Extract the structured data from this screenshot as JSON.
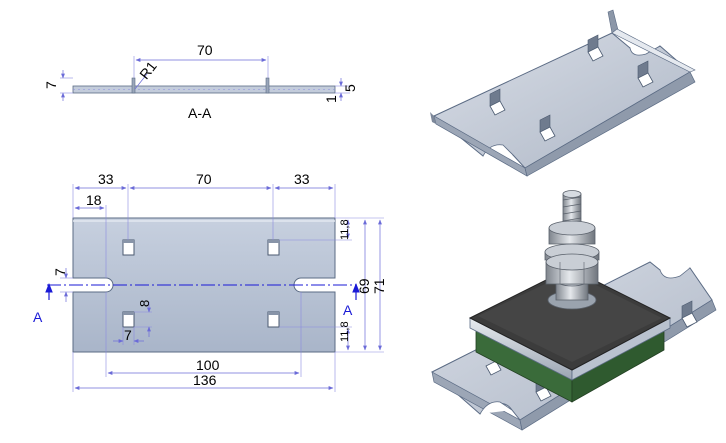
{
  "section_view": {
    "label": "A-A",
    "dim_length": "70",
    "dim_radius": "R1",
    "dim_height_left": "7",
    "dim_thickness": "1",
    "dim_height_right": "5"
  },
  "top_view": {
    "dim_edge_left": "33",
    "dim_hole_pitch": "70",
    "dim_edge_right": "33",
    "dim_slot_depth": "18",
    "dim_slot_width": "7",
    "dim_hole_offset_top": "11,8",
    "dim_hole_offset_bottom": "11,8",
    "dim_width_inner": "69",
    "dim_width_total": "71",
    "dim_hole_height": "8",
    "dim_hole_width": "7",
    "dim_slot_pitch": "100",
    "dim_total_length": "136",
    "section_marker_left": "A",
    "section_marker_right": "A"
  },
  "colors": {
    "plate_fill": "#b9c4d6",
    "plate_edge": "#5b6b84",
    "dimension_line": "#6b6bd8",
    "center_line": "#1a1ad6",
    "rubber_green": "#3a6b3a",
    "rubber_top": "#3c3c3c"
  }
}
